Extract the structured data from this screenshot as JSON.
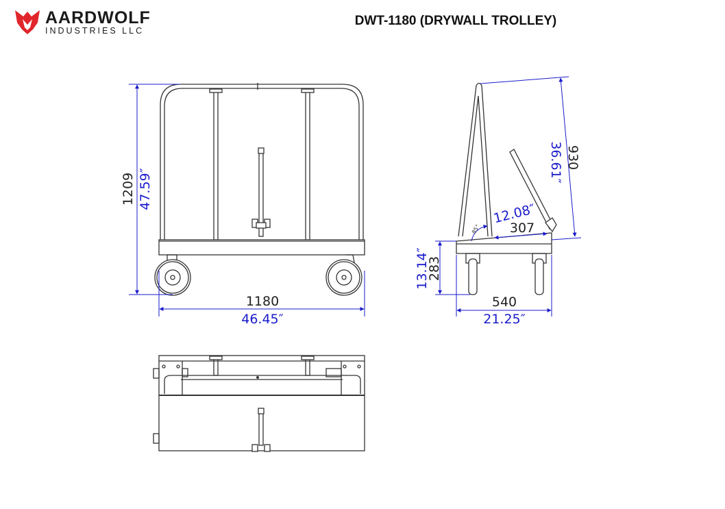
{
  "logo": {
    "name": "AARDWOLF",
    "subtitle": "INDUSTRIES LLC",
    "brand_color": "#e0262b"
  },
  "title": "DWT-1180 (DRYWALL TROLLEY)",
  "dimensions": {
    "front_height_mm": "1209",
    "front_height_in": "47.59″",
    "front_width_mm": "1180",
    "front_width_in": "46.45″",
    "side_height_mm": "930",
    "side_height_in": "36.61″",
    "side_base_height_mm": "283",
    "side_base_height_in": "13.14″",
    "side_width_mm": "540",
    "side_width_in": "21.25″",
    "side_span_mm": "307",
    "side_span_in": "12.08″",
    "angle": "85°"
  },
  "colors": {
    "dimension_metric": "#222222",
    "dimension_imperial": "#1a1acc"
  }
}
